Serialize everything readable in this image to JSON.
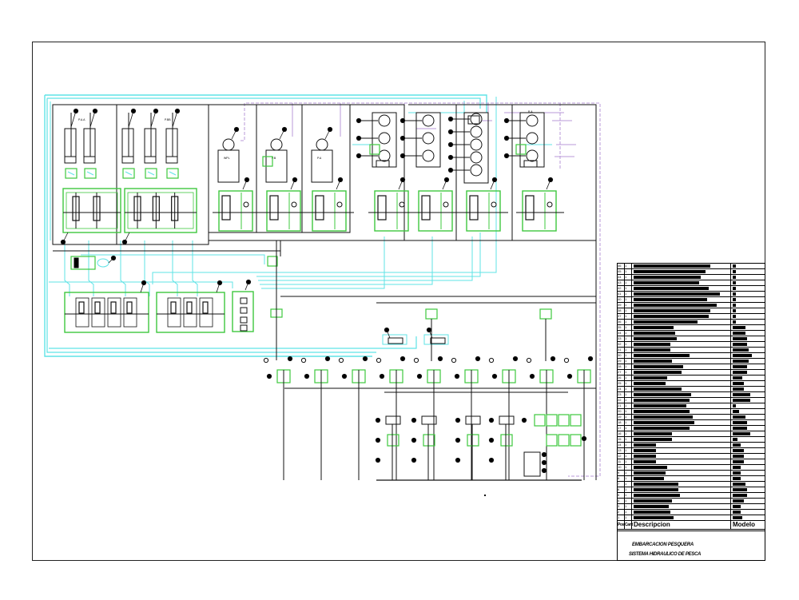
{
  "drawing": {
    "title_line_1": "EMBARCACION PESQUERA",
    "title_line_2": "SISTEMA HIDRAULICO DE PESCA",
    "colors": {
      "line": "#111111",
      "pilot": "#5fe3e6",
      "valve_frame": "#3ec83e",
      "drain": "#b99ad9",
      "border": "#222222"
    }
  },
  "schematic": {
    "cylinder_groups": [
      {
        "label": "P.A.A",
        "cylinders": 2
      },
      {
        "label": "P.BB",
        "cylinders": 3
      }
    ],
    "motor_units": [
      {
        "label": "WPL",
        "motors": 1
      },
      {
        "label": "P.B",
        "motors": 1
      },
      {
        "label": "P.A",
        "motors": 1
      },
      {
        "label": "",
        "motors": 3
      },
      {
        "label": "",
        "motors": 3
      },
      {
        "label": "",
        "motors": 5
      },
      {
        "label": "B.A",
        "motors": 3
      }
    ],
    "lower_valve_banks": [
      {
        "sections": 4
      },
      {
        "sections": 3
      }
    ],
    "relief_valve_row_count": 9,
    "bottom_valve_columns": 4,
    "manifold_upper_sections": 4,
    "manifold_lower_sections": 3
  },
  "parts_list": {
    "rows": [
      {
        "n": "46",
        "q": "1",
        "desc_w": 96,
        "code_w": 4
      },
      {
        "n": "45",
        "q": "1",
        "desc_w": 90,
        "code_w": 4
      },
      {
        "n": "44",
        "q": "1",
        "desc_w": 84,
        "code_w": 4
      },
      {
        "n": "43",
        "q": "1",
        "desc_w": 82,
        "code_w": 4
      },
      {
        "n": "42",
        "q": "1",
        "desc_w": 94,
        "code_w": 4
      },
      {
        "n": "41",
        "q": "1",
        "desc_w": 108,
        "code_w": 4
      },
      {
        "n": "40",
        "q": "1",
        "desc_w": 92,
        "code_w": 4
      },
      {
        "n": "39",
        "q": "1",
        "desc_w": 104,
        "code_w": 4
      },
      {
        "n": "38",
        "q": "1",
        "desc_w": 96,
        "code_w": 4
      },
      {
        "n": "37",
        "q": "1",
        "desc_w": 94,
        "code_w": 4
      },
      {
        "n": "36",
        "q": "1",
        "desc_w": 80,
        "code_w": 4
      },
      {
        "n": "35",
        "q": "1",
        "desc_w": 50,
        "code_w": 16
      },
      {
        "n": "34",
        "q": "1",
        "desc_w": 52,
        "code_w": 16
      },
      {
        "n": "33",
        "q": "1",
        "desc_w": 54,
        "code_w": 18
      },
      {
        "n": "32",
        "q": "1",
        "desc_w": 46,
        "code_w": 18
      },
      {
        "n": "31",
        "q": "1",
        "desc_w": 46,
        "code_w": 20
      },
      {
        "n": "30",
        "q": "1",
        "desc_w": 70,
        "code_w": 24
      },
      {
        "n": "29",
        "q": "1",
        "desc_w": 48,
        "code_w": 20
      },
      {
        "n": "28",
        "q": "1",
        "desc_w": 62,
        "code_w": 18
      },
      {
        "n": "27",
        "q": "1",
        "desc_w": 60,
        "code_w": 18
      },
      {
        "n": "26",
        "q": "1",
        "desc_w": 42,
        "code_w": 12
      },
      {
        "n": "25",
        "q": "1",
        "desc_w": 40,
        "code_w": 14
      },
      {
        "n": "24",
        "q": "1",
        "desc_w": 60,
        "code_w": 14
      },
      {
        "n": "23",
        "q": "1",
        "desc_w": 72,
        "code_w": 22
      },
      {
        "n": "22",
        "q": "1",
        "desc_w": 70,
        "code_w": 22
      },
      {
        "n": "21",
        "q": "1",
        "desc_w": 66,
        "code_w": 4
      },
      {
        "n": "20",
        "q": "1",
        "desc_w": 70,
        "code_w": 8
      },
      {
        "n": "19",
        "q": "1",
        "desc_w": 74,
        "code_w": 16
      },
      {
        "n": "18",
        "q": "1",
        "desc_w": 76,
        "code_w": 18
      },
      {
        "n": "17",
        "q": "1",
        "desc_w": 70,
        "code_w": 18
      },
      {
        "n": "16",
        "q": "1",
        "desc_w": 48,
        "code_w": 22
      },
      {
        "n": "15",
        "q": "1",
        "desc_w": 48,
        "code_w": 6
      },
      {
        "n": "14",
        "q": "1",
        "desc_w": 28,
        "code_w": 10
      },
      {
        "n": "13",
        "q": "1",
        "desc_w": 28,
        "code_w": 14
      },
      {
        "n": "12",
        "q": "1",
        "desc_w": 28,
        "code_w": 14
      },
      {
        "n": "11",
        "q": "1",
        "desc_w": 28,
        "code_w": 14
      },
      {
        "n": "10",
        "q": "1",
        "desc_w": 42,
        "code_w": 10
      },
      {
        "n": "9",
        "q": "1",
        "desc_w": 40,
        "code_w": 10
      },
      {
        "n": "8",
        "q": "1",
        "desc_w": 38,
        "code_w": 10
      },
      {
        "n": "7",
        "q": "1",
        "desc_w": 56,
        "code_w": 16
      },
      {
        "n": "6",
        "q": "1",
        "desc_w": 56,
        "code_w": 18
      },
      {
        "n": "5",
        "q": "1",
        "desc_w": 58,
        "code_w": 18
      },
      {
        "n": "4",
        "q": "1",
        "desc_w": 48,
        "code_w": 14
      },
      {
        "n": "3",
        "q": "1",
        "desc_w": 44,
        "code_w": 10
      },
      {
        "n": "2",
        "q": "1",
        "desc_w": 46,
        "code_w": 10
      },
      {
        "n": "1",
        "q": "1",
        "desc_w": 50,
        "code_w": 12
      }
    ],
    "header": {
      "n": "Pos",
      "q": "Cant",
      "desc": "Descripcion",
      "code": "Modelo"
    }
  }
}
